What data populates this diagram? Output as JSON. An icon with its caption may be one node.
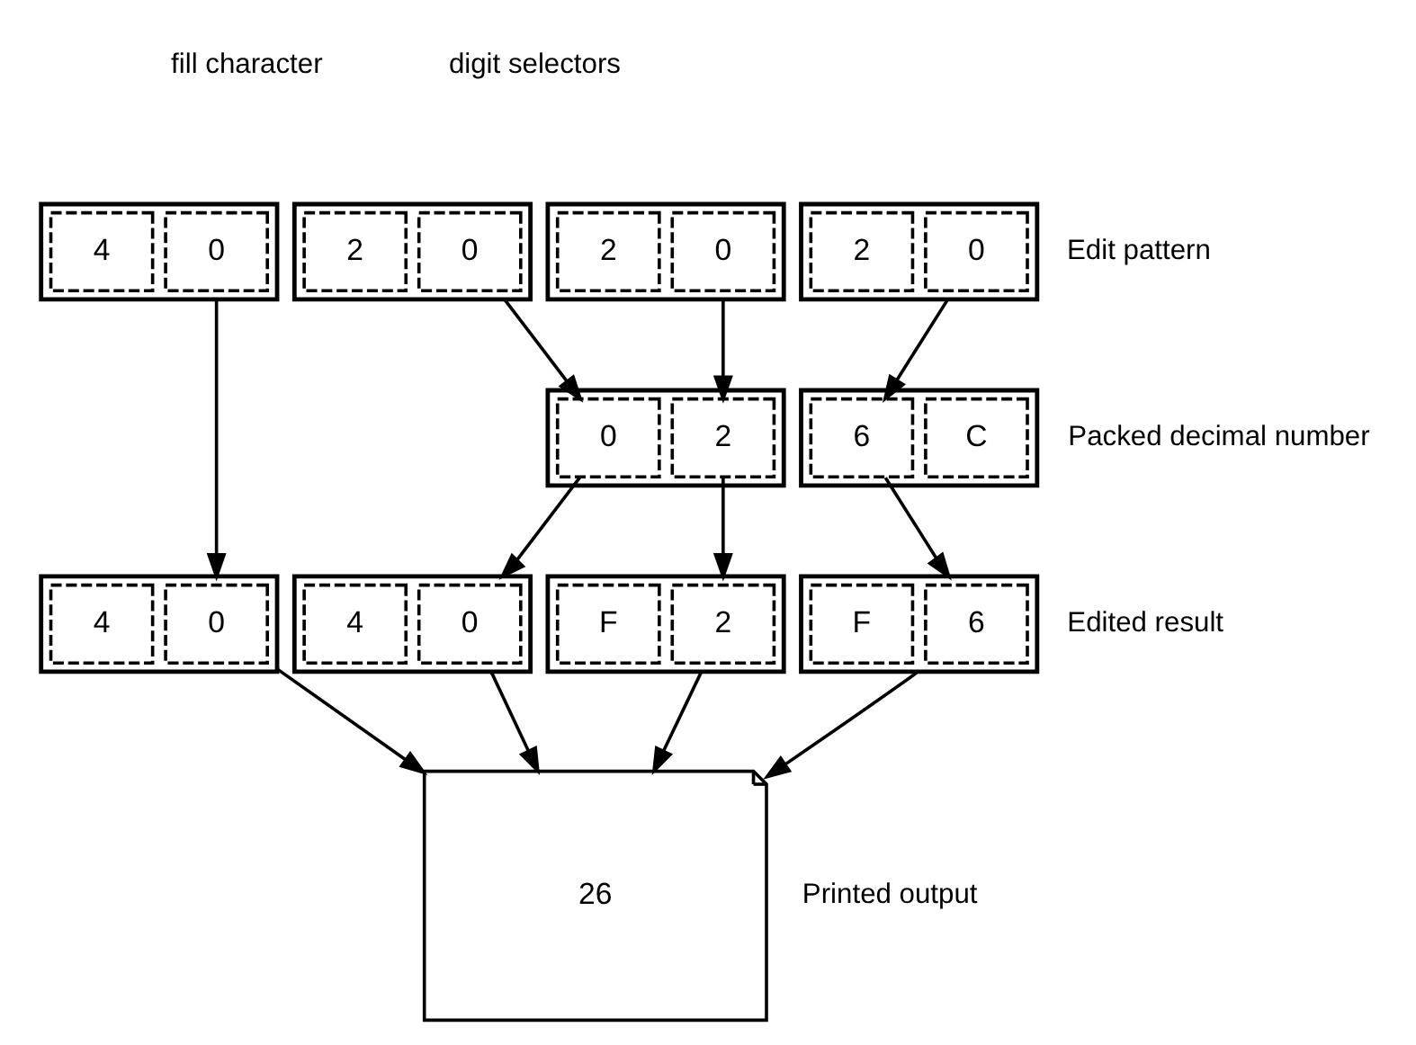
{
  "diagram": {
    "nodes": [
      {
        "text": [],
        "shape": "box"
      },
      {
        "text": [
          "4"
        ],
        "in": 0
      },
      {
        "text": [
          "0"
        ],
        "in": 0
      },
      {
        "text": [],
        "shape": "box"
      },
      {
        "text": [
          "2"
        ],
        "in": 3
      },
      {
        "text": [
          "0"
        ],
        "in": 3
      },
      {
        "text": [],
        "shape": "box"
      },
      {
        "text": [
          "2"
        ],
        "in": 6
      },
      {
        "text": [
          "0"
        ],
        "in": 6
      },
      {
        "text": [],
        "shape": "box"
      },
      {
        "text": [
          "2"
        ],
        "in": 9
      },
      {
        "text": [
          "0"
        ],
        "in": 9
      },
      {
        "text": [],
        "shape": "box"
      },
      {
        "text": [
          "0"
        ],
        "in": 12
      },
      {
        "text": [
          "2"
        ],
        "in": 12
      },
      {
        "text": [],
        "shape": "box"
      },
      {
        "text": [
          "6"
        ],
        "in": 15
      },
      {
        "text": [
          "C"
        ],
        "in": 15
      },
      {
        "text": [],
        "shape": "box"
      },
      {
        "text": [
          "4"
        ],
        "in": 18
      },
      {
        "text": [
          "0"
        ],
        "in": 18
      },
      {
        "text": [],
        "shape": "box"
      },
      {
        "text": [
          "4"
        ],
        "in": 21
      },
      {
        "text": [
          "0"
        ],
        "in": 21
      },
      {
        "text": [],
        "shape": "box"
      },
      {
        "text": [
          "F"
        ],
        "in": 24
      },
      {
        "text": [
          "2"
        ],
        "in": 24
      },
      {
        "text": [],
        "shape": "box"
      },
      {
        "text": [
          "F"
        ],
        "in": 27
      },
      {
        "text": [
          "6"
        ],
        "in": 27
      },
      {
        "text": [
          "26"
        ]
      }
    ],
    "edges": [
      {
        "from": 0,
        "to": 18,
        "arrow": "to"
      },
      {
        "from": 3,
        "to": 13,
        "arrow": "to"
      },
      {
        "from": 6,
        "to": 14,
        "arrow": "to"
      },
      {
        "from": 9,
        "to": 16,
        "arrow": "to"
      },
      {
        "from": 13,
        "to": 21,
        "arrow": "to"
      },
      {
        "from": 14,
        "to": 24,
        "arrow": "to"
      },
      {
        "from": 16,
        "to": 27,
        "arrow": "to"
      },
      {
        "from": 18,
        "to": 30,
        "arrow": "to"
      },
      {
        "from": 21,
        "to": 30,
        "arrow": "to"
      },
      {
        "from": 24,
        "to": 30,
        "arrow": "to"
      },
      {
        "from": 27,
        "to": 30,
        "arrow": "to"
      }
    ],
    "labels": [
      "fill character",
      "digit selectors",
      "Edit pattern",
      "Packed decimal number",
      "Edited result",
      "Printed output"
    ]
  }
}
